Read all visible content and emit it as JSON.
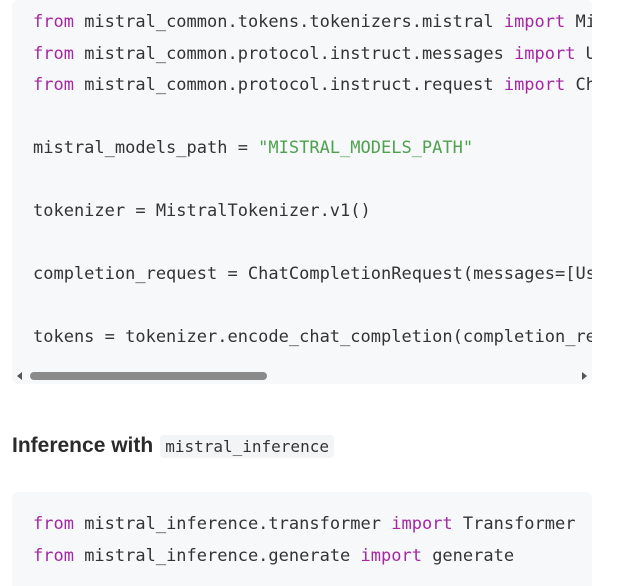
{
  "code_block_1": {
    "lines": [
      [
        {
          "t": "from",
          "c": "kw"
        },
        {
          "t": " mistral_common.tokens.tokenizers.mistral "
        },
        {
          "t": "import",
          "c": "kw"
        },
        {
          "t": " MistralTokenizer"
        }
      ],
      [
        {
          "t": "from",
          "c": "kw"
        },
        {
          "t": " mistral_common.protocol.instruct.messages "
        },
        {
          "t": "import",
          "c": "kw"
        },
        {
          "t": " UserMessage"
        }
      ],
      [
        {
          "t": "from",
          "c": "kw"
        },
        {
          "t": " mistral_common.protocol.instruct.request "
        },
        {
          "t": "import",
          "c": "kw"
        },
        {
          "t": " ChatCompletionRequest"
        }
      ],
      [],
      [
        {
          "t": "mistral_models_path = "
        },
        {
          "t": "\"MISTRAL_MODELS_PATH\"",
          "c": "str"
        }
      ],
      [],
      [
        {
          "t": "tokenizer = MistralTokenizer.v1()"
        }
      ],
      [],
      [
        {
          "t": "completion_request = ChatCompletionRequest(messages=[UserMessage(content=\"Explain Machine Learning to me in a nutshell.\")])"
        }
      ],
      [],
      [
        {
          "t": "tokens = tokenizer.encode_chat_completion(completion_request).tokens"
        }
      ]
    ]
  },
  "section_heading": {
    "text": "Inference with",
    "inline_code": "mistral_inference"
  },
  "code_block_2": {
    "lines": [
      [
        {
          "t": "from",
          "c": "kw"
        },
        {
          "t": " mistral_inference.transformer "
        },
        {
          "t": "import",
          "c": "kw"
        },
        {
          "t": " Transformer"
        }
      ],
      [
        {
          "t": "from",
          "c": "kw"
        },
        {
          "t": " mistral_inference.generate "
        },
        {
          "t": "import",
          "c": "kw"
        },
        {
          "t": " generate"
        }
      ]
    ]
  }
}
